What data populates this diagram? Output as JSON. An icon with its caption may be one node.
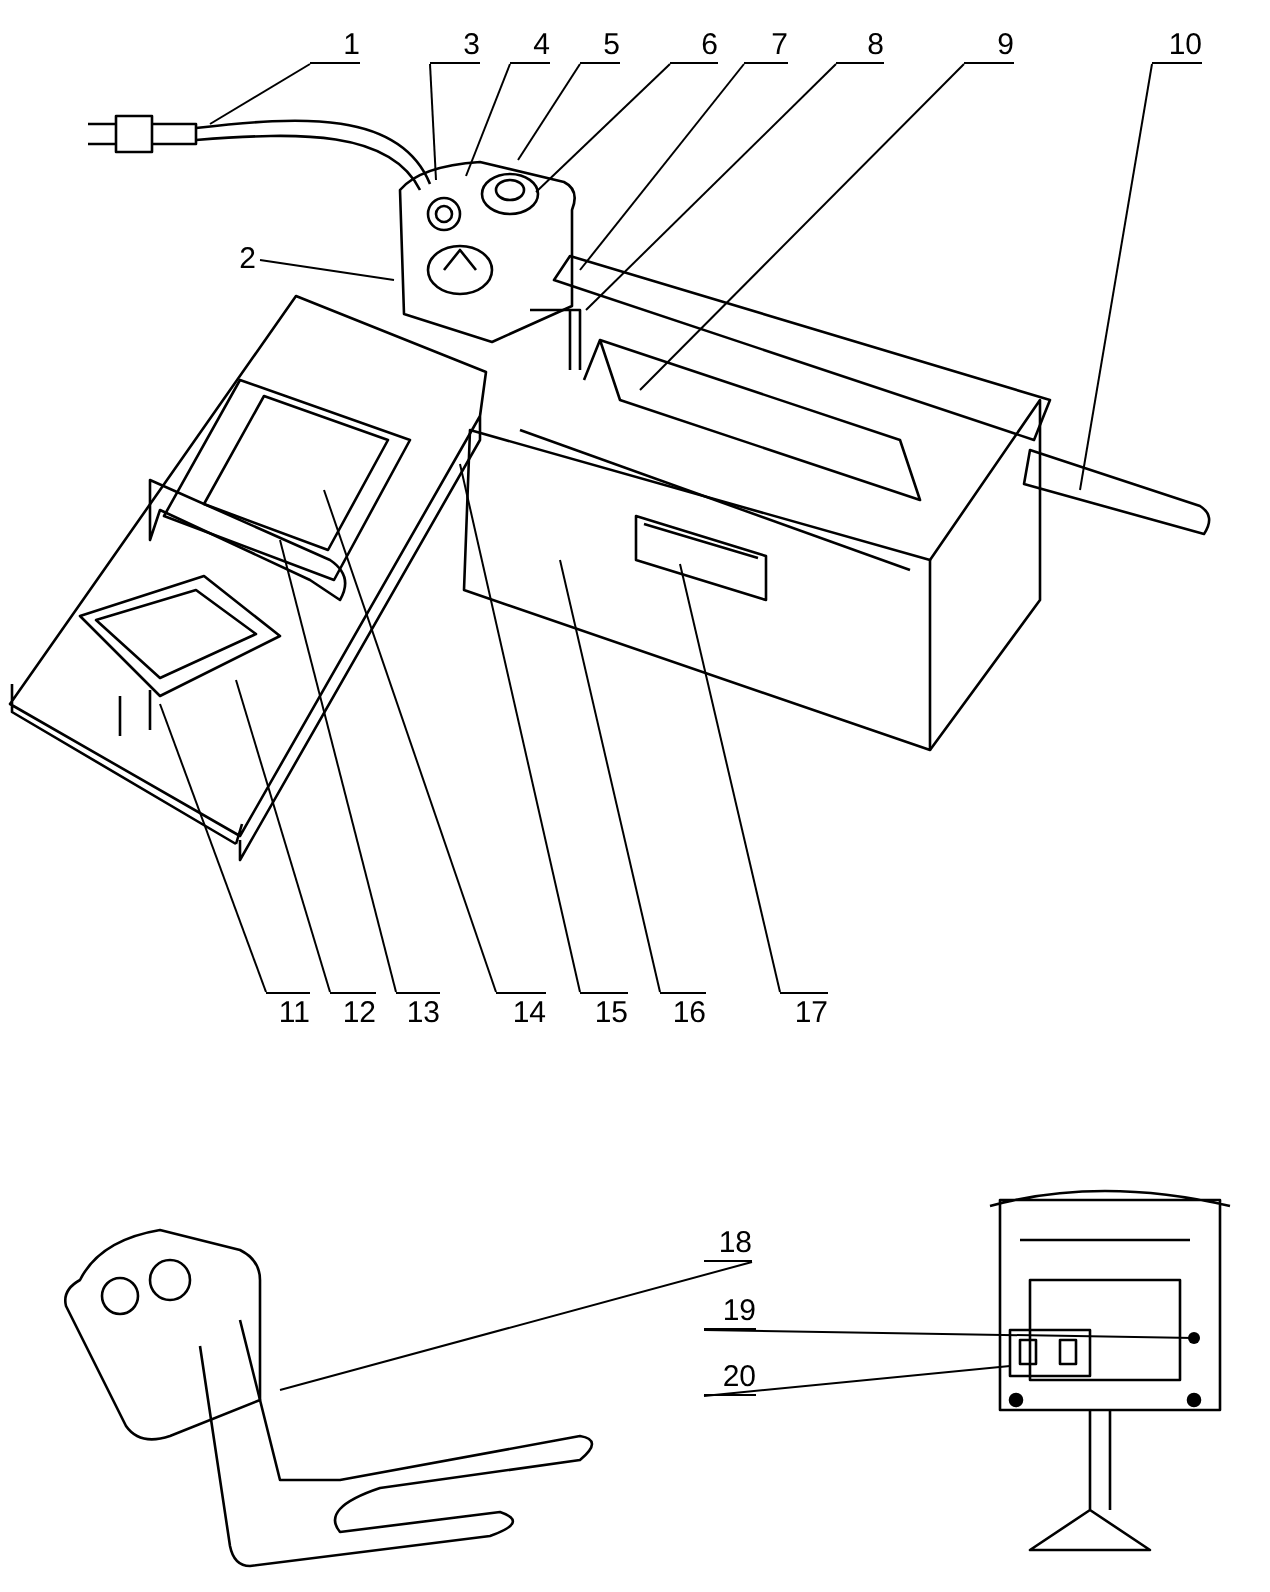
{
  "diagram": {
    "nodes": [
      {
        "text": [
          "1"
        ]
      },
      {
        "text": [
          "2"
        ]
      },
      {
        "text": [
          "3"
        ]
      },
      {
        "text": [
          "4"
        ]
      },
      {
        "text": [
          "5"
        ]
      },
      {
        "text": [
          "6"
        ]
      },
      {
        "text": [
          "7"
        ]
      },
      {
        "text": [
          "8"
        ]
      },
      {
        "text": [
          "9"
        ]
      },
      {
        "text": [
          "10"
        ]
      },
      {
        "text": [
          "11"
        ]
      },
      {
        "text": [
          "12"
        ]
      },
      {
        "text": [
          "13"
        ]
      },
      {
        "text": [
          "14"
        ]
      },
      {
        "text": [
          "15"
        ]
      },
      {
        "text": [
          "16"
        ]
      },
      {
        "text": [
          "17"
        ]
      },
      {
        "text": [
          "18"
        ]
      },
      {
        "text": [
          "19"
        ]
      },
      {
        "text": [
          "20"
        ]
      }
    ],
    "edges": [
      {
        "from": 0,
        "to": null,
        "arrow": "none"
      },
      {
        "from": 1,
        "to": null,
        "arrow": "none"
      },
      {
        "from": 2,
        "to": null,
        "arrow": "none"
      },
      {
        "from": 3,
        "to": null,
        "arrow": "none"
      },
      {
        "from": 4,
        "to": null,
        "arrow": "none"
      },
      {
        "from": 5,
        "to": null,
        "arrow": "none"
      },
      {
        "from": 6,
        "to": null,
        "arrow": "none"
      },
      {
        "from": 7,
        "to": null,
        "arrow": "none"
      },
      {
        "from": 8,
        "to": null,
        "arrow": "none"
      },
      {
        "from": 9,
        "to": null,
        "arrow": "none"
      },
      {
        "from": 10,
        "to": null,
        "arrow": "none"
      },
      {
        "from": 11,
        "to": null,
        "arrow": "none"
      },
      {
        "from": 12,
        "to": null,
        "arrow": "none"
      },
      {
        "from": 13,
        "to": null,
        "arrow": "none"
      },
      {
        "from": 14,
        "to": null,
        "arrow": "none"
      },
      {
        "from": 15,
        "to": null,
        "arrow": "none"
      },
      {
        "from": 16,
        "to": null,
        "arrow": "none"
      },
      {
        "from": 17,
        "to": null,
        "arrow": "none"
      },
      {
        "from": 18,
        "to": null,
        "arrow": "other"
      },
      {
        "from": 19,
        "to": null,
        "arrow": "none"
      }
    ]
  }
}
